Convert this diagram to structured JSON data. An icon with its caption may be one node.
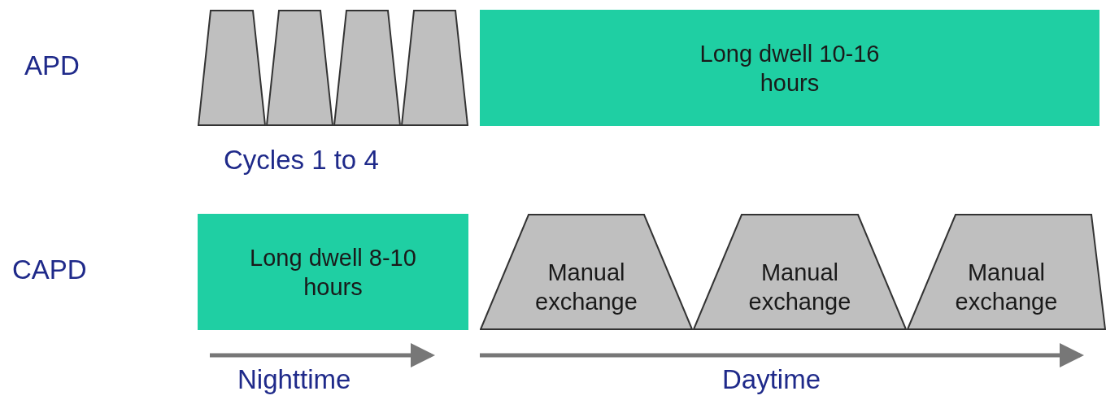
{
  "diagram": {
    "nodes": [
      {
        "text": [],
        "shape": "trapezoid"
      },
      {
        "text": [],
        "shape": "trapezoid"
      },
      {
        "text": [],
        "shape": "trapezoid"
      },
      {
        "text": [],
        "shape": "trapezoid"
      },
      {
        "text": [
          "Long dwell 10-16 hours"
        ]
      },
      {
        "text": [
          "Long dwell 8-10 hours"
        ]
      },
      {
        "text": [
          "Manual exchange"
        ]
      },
      {
        "text": [
          "Manual exchange"
        ]
      },
      {
        "text": [
          "Manual exchange"
        ]
      }
    ],
    "edges": [],
    "labels": [
      "APD",
      "Cycles 1 to 4",
      "CAPD",
      "Nighttime",
      "Daytime"
    ]
  }
}
